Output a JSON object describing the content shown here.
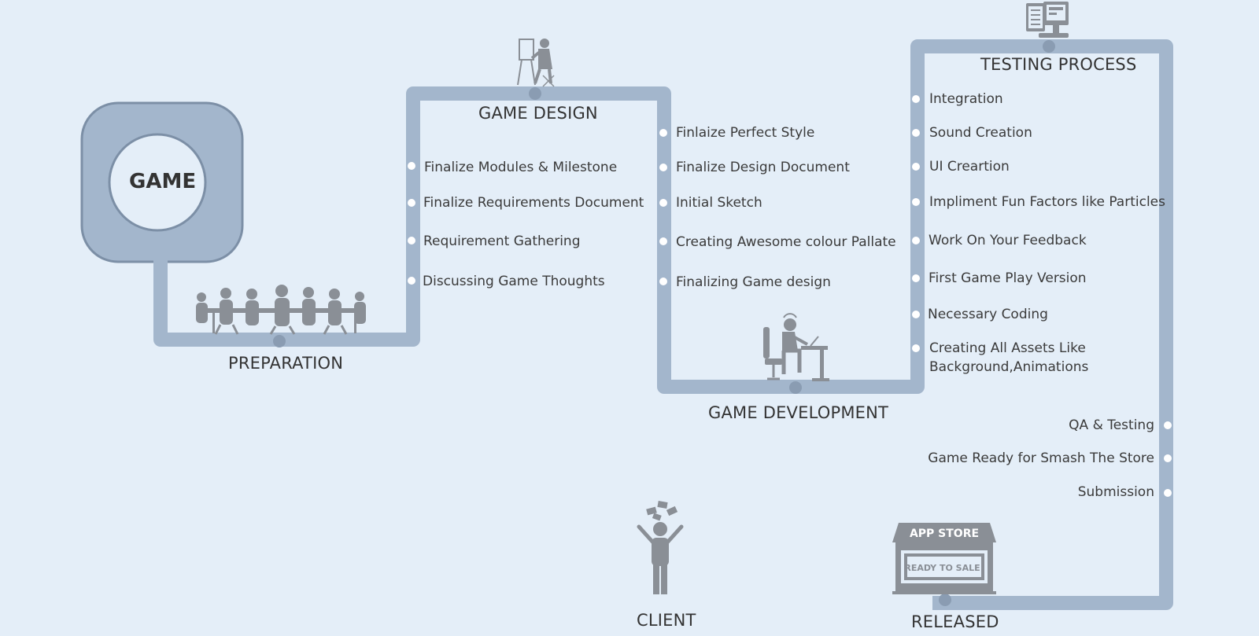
{
  "game_label": "GAME",
  "stages": {
    "preparation": "PREPARATION",
    "game_design": "GAME DESIGN",
    "game_development": "GAME DEVELOPMENT",
    "testing_process": "TESTING PROCESS",
    "released": "RELEASED",
    "client": "CLIENT"
  },
  "preparation_items": [
    "Discussing Game Thoughts",
    "Requirement Gathering",
    "Finalize  Requirements Document",
    "Finalize Modules & Milestone"
  ],
  "design_items": [
    "Finalizing Game design",
    "Creating Awesome colour Pallate",
    "Initial Sketch",
    "Finalize Design Document",
    "Finlaize Perfect Style"
  ],
  "development_items": [
    "Integration",
    "Sound Creation",
    "UI Creartion",
    "Impliment Fun Factors like Particles",
    "Work On Your Feedback",
    "First Game Play Version",
    "Necessary Coding",
    "Creating All Assets Like",
    "Background,Animations"
  ],
  "testing_items": [
    "QA & Testing",
    "Game Ready for Smash The Store",
    "Submission"
  ],
  "store": {
    "title": "APP STORE",
    "sign": "READY TO SALE!"
  },
  "colors": {
    "background": "#e4eef8",
    "path": "#a3b6cc",
    "icon": "#8a8f96",
    "text": "#3a3a3a"
  }
}
